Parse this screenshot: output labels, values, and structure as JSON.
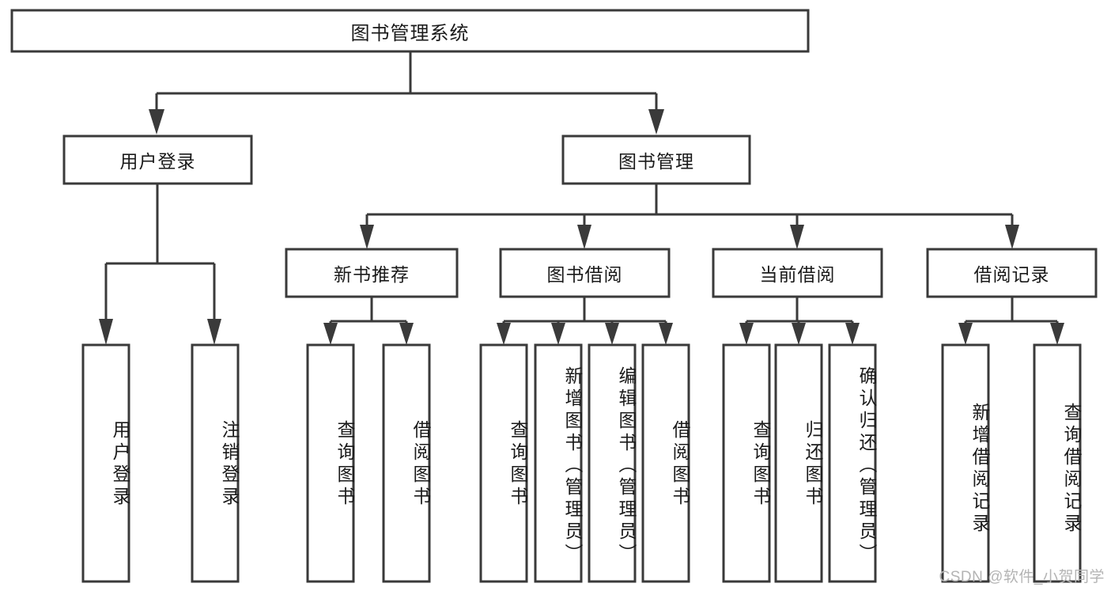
{
  "diagram": {
    "type": "hierarchy-tree",
    "title": "图书管理系统",
    "watermark": "CSDN @软件_小贺同学",
    "colors": {
      "box_stroke": "#3a3a3a",
      "box_fill": "#ffffff",
      "text": "#1a1a1a",
      "watermark": "#b4b4b4",
      "background": "#ffffff"
    },
    "levels": {
      "root": {
        "label": "图书管理系统"
      },
      "level2": [
        {
          "label": "用户登录"
        },
        {
          "label": "图书管理"
        }
      ],
      "level3": [
        {
          "label": "新书推荐"
        },
        {
          "label": "图书借阅"
        },
        {
          "label": "当前借阅"
        },
        {
          "label": "借阅记录"
        }
      ]
    },
    "nodes": {
      "root": {
        "label": "图书管理系统"
      },
      "user_login": {
        "label": "用户登录"
      },
      "book_manage": {
        "label": "图书管理"
      },
      "new_book_rec": {
        "label": "新书推荐"
      },
      "book_borrow": {
        "label": "图书借阅"
      },
      "current_borrow": {
        "label": "当前借阅"
      },
      "borrow_record": {
        "label": "借阅记录"
      },
      "leaf_user_login": {
        "label": "用户登录"
      },
      "leaf_logout": {
        "label": "注销登录"
      },
      "leaf_query_book_1": {
        "label": "查询图书"
      },
      "leaf_borrow_book_1": {
        "label": "借阅图书"
      },
      "leaf_query_book_2": {
        "label": "查询图书"
      },
      "leaf_add_book": {
        "label": "新增图书（管理员）"
      },
      "leaf_edit_book": {
        "label": "编辑图书（管理员）"
      },
      "leaf_borrow_book_2": {
        "label": "借阅图书"
      },
      "leaf_query_book_3": {
        "label": "查询图书"
      },
      "leaf_return_book": {
        "label": "归还图书"
      },
      "leaf_confirm_return": {
        "label": "确认归还（管理员）"
      },
      "leaf_add_record": {
        "label": "新增借阅记录"
      },
      "leaf_query_record": {
        "label": "查询借阅记录"
      }
    },
    "branches": [
      {
        "parent": "用户登录",
        "children": [
          "用户登录",
          "注销登录"
        ]
      },
      {
        "parent": "新书推荐",
        "children": [
          "查询图书",
          "借阅图书"
        ]
      },
      {
        "parent": "图书借阅",
        "children": [
          "查询图书",
          "新增图书（管理员）",
          "编辑图书（管理员）",
          "借阅图书"
        ]
      },
      {
        "parent": "当前借阅",
        "children": [
          "查询图书",
          "归还图书",
          "确认归还（管理员）"
        ]
      },
      {
        "parent": "借阅记录",
        "children": [
          "新增借阅记录",
          "查询借阅记录"
        ]
      }
    ]
  }
}
